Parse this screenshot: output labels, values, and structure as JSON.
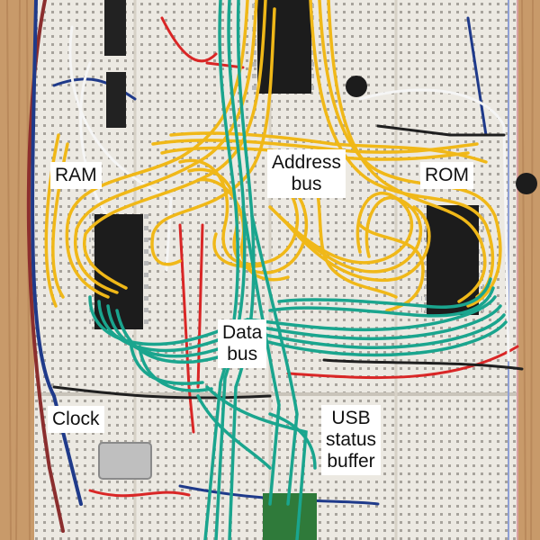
{
  "photo": {
    "labels": {
      "ram": "RAM",
      "address_bus": [
        "Address",
        "bus"
      ],
      "rom": "ROM",
      "data_bus": [
        "Data",
        "bus"
      ],
      "clock": "Clock",
      "usb_status_buffer": [
        "USB",
        "status",
        "buffer"
      ]
    },
    "colors": {
      "wood": "#c89a6a",
      "breadboard": "#ece9e2",
      "address_wires": "#f0b818",
      "data_wires": "#1aa58e",
      "chips": "#222222",
      "power_red": "#d92626",
      "power_blue": "#2a4fb5",
      "label_background": "#ffffff"
    }
  }
}
